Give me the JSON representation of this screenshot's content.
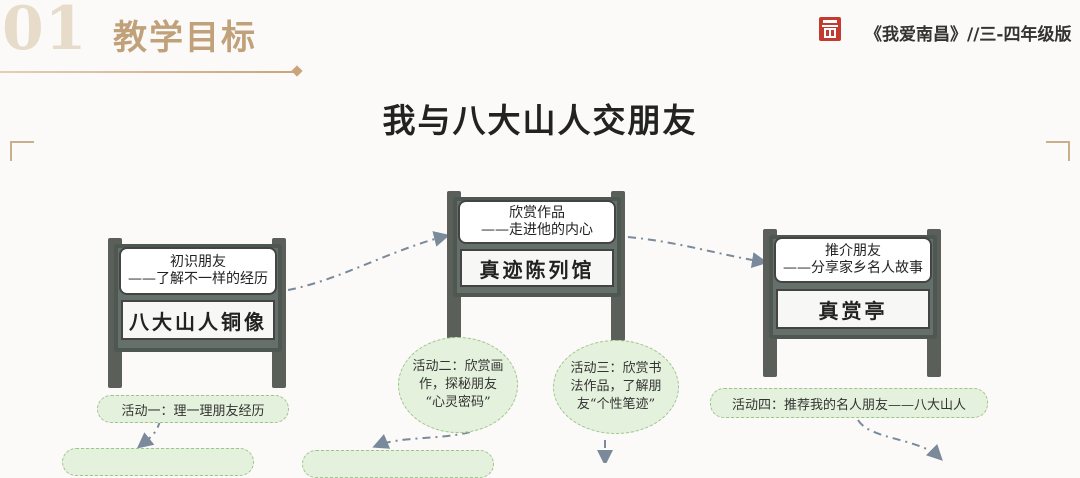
{
  "header": {
    "section_number": "01",
    "section_title": "教学目标",
    "subject": "《我爱南昌》//三-四年级版"
  },
  "main_title": "我与八大山人交朋友",
  "signs": [
    {
      "caption": "初识朋友\n——了解不一样的经历",
      "name": "八大山人铜像"
    },
    {
      "caption": "欣赏作品\n——走进他的内心",
      "name": "真迹陈列馆"
    },
    {
      "caption": "推介朋友\n——分享家乡名人故事",
      "name": "真赏亭"
    }
  ],
  "activities": [
    "活动一：理一理朋友经历",
    "活动二：欣赏画\n作，探秘朋友\n“心灵密码”",
    "活动三：欣赏书\n法作品，了解朋\n友“个性笔迹”",
    "活动四：推荐我的名人朋友——八大山人"
  ],
  "colors": {
    "accent_gold": "#c0a17a",
    "tag_green": "#e4f1dc",
    "board_gray": "#65706a",
    "arrow_gray": "#7a8a9a"
  }
}
